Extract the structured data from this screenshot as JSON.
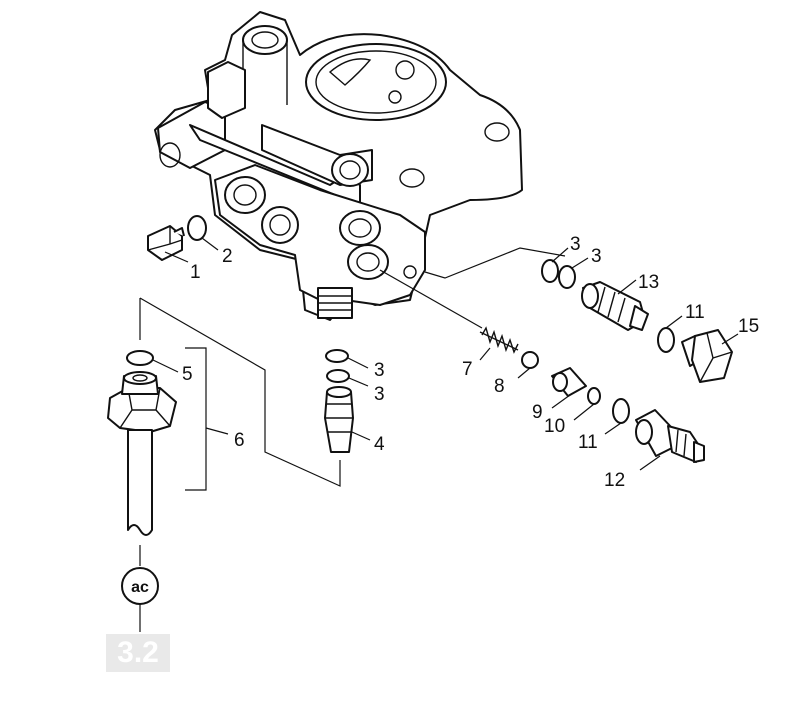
{
  "diagram": {
    "callouts": [
      {
        "id": "c1",
        "label": "1"
      },
      {
        "id": "c2",
        "label": "2"
      },
      {
        "id": "c3a",
        "label": "3"
      },
      {
        "id": "c3b",
        "label": "3"
      },
      {
        "id": "c13",
        "label": "13"
      },
      {
        "id": "c11a",
        "label": "11"
      },
      {
        "id": "c15",
        "label": "15"
      },
      {
        "id": "c5",
        "label": "5"
      },
      {
        "id": "c6",
        "label": "6"
      },
      {
        "id": "c3c",
        "label": "3"
      },
      {
        "id": "c3d",
        "label": "3"
      },
      {
        "id": "c4",
        "label": "4"
      },
      {
        "id": "c7",
        "label": "7"
      },
      {
        "id": "c8",
        "label": "8"
      },
      {
        "id": "c9",
        "label": "9"
      },
      {
        "id": "c10",
        "label": "10"
      },
      {
        "id": "c11b",
        "label": "11"
      },
      {
        "id": "c12",
        "label": "12"
      }
    ],
    "connector_label": "ac",
    "section_number": "3.2"
  },
  "colors": {
    "line": "#111111",
    "badge": "#e9e9e9"
  }
}
